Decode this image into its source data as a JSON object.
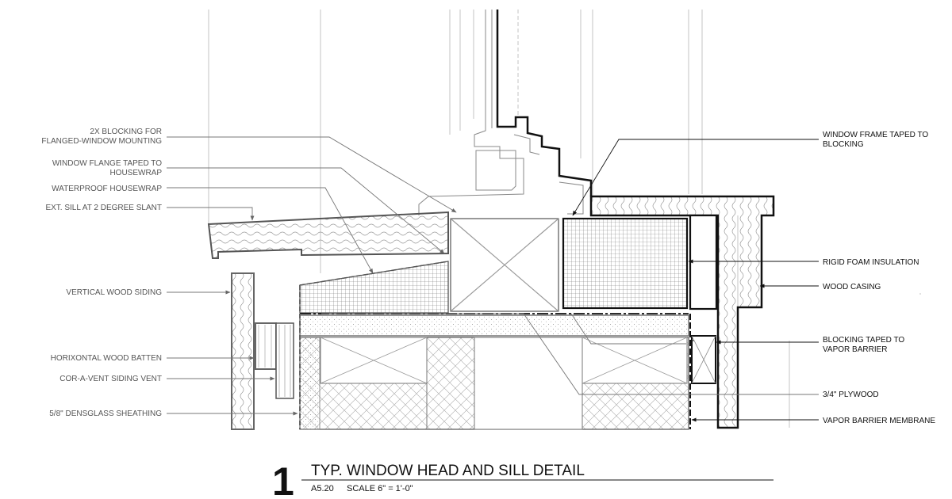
{
  "labels_left": {
    "blocking_line1": "2X BLOCKING FOR",
    "blocking_line2": "FLANGED-WINDOW MOUNTING",
    "flange_line1": "WINDOW FLANGE TAPED TO",
    "flange_line2": "HOUSEWRAP",
    "housewrap": "WATERPROOF HOUSEWRAP",
    "ext_sill": "EXT. SILL AT 2 DEGREE SLANT",
    "siding": "VERTICAL WOOD SIDING",
    "batten": "HORIXONTAL WOOD BATTEN",
    "vent": "COR-A-VENT SIDING VENT",
    "sheathing": "5/8\" DENSGLASS SHEATHING"
  },
  "labels_right": {
    "frame_line1": "WINDOW FRAME TAPED TO",
    "frame_line2": "BLOCKING",
    "foam": "RIGID FOAM INSULATION",
    "casing": "WOOD CASING",
    "blocking_vb_line1": "BLOCKING TAPED TO",
    "blocking_vb_line2": "VAPOR BARRIER",
    "plywood": "3/4\" PLYWOOD",
    "membrane": "VAPOR BARRIER MEMBRANE"
  },
  "title_block": {
    "number": "1",
    "title": "TYP. WINDOW HEAD AND SILL DETAIL",
    "sheet": "A5.20",
    "scale": "SCALE 6\" = 1'-0\""
  },
  "colors": {
    "ink": "#111111",
    "leader": "#555555",
    "hatch": "#8a8a8a"
  }
}
